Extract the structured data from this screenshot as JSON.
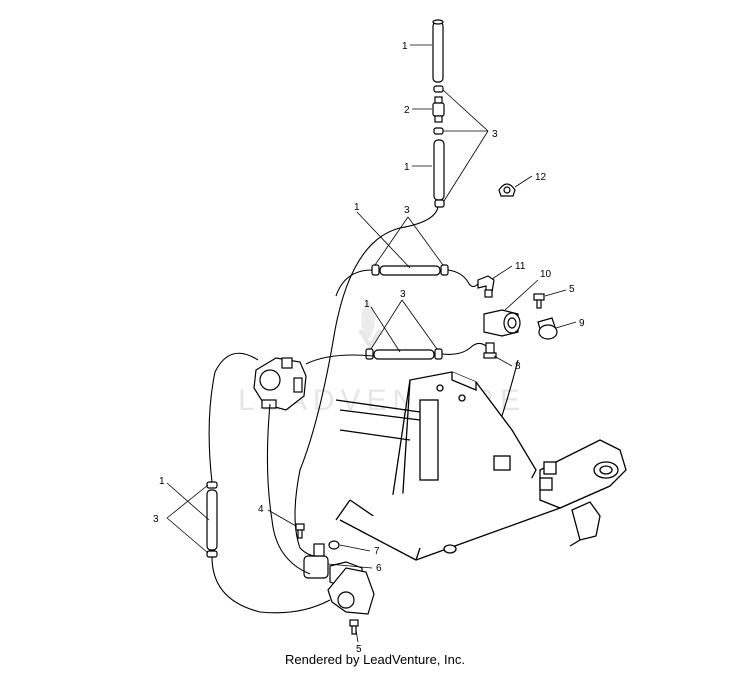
{
  "watermark": "LEADVENTURE",
  "footer": "Rendered by LeadVenture, Inc.",
  "callouts": {
    "c1a": "1",
    "c2": "2",
    "c3a": "3",
    "c1b": "1",
    "c12": "12",
    "c1c": "1",
    "c3b": "3",
    "c11": "11",
    "c10": "10",
    "c5a": "5",
    "c1d": "1",
    "c3c": "3",
    "c9": "9",
    "c8": "8",
    "c1e": "1",
    "c3d": "3",
    "c4": "4",
    "c7": "7",
    "c6": "6",
    "c5b": "5"
  }
}
